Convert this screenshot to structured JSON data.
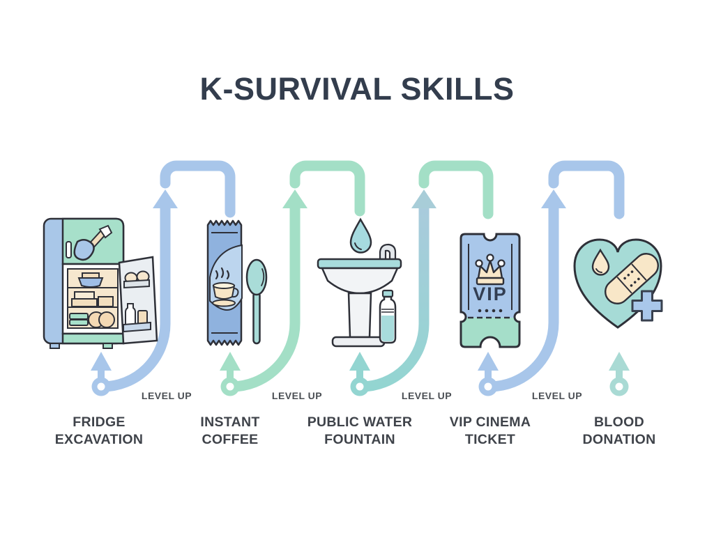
{
  "title": "K-SURVIVAL SKILLS",
  "level_up_label": "LEVEL UP",
  "steps": [
    {
      "name": "fridge-excavation",
      "icon": "fridge-icon",
      "caption_line1": "FRIDGE",
      "caption_line2": "EXCAVATION"
    },
    {
      "name": "instant-coffee",
      "icon": "coffee-stick-and-spoon-icon",
      "caption_line1": "INSTANT",
      "caption_line2": "COFFEE"
    },
    {
      "name": "public-water-fountain",
      "icon": "water-fountain-icon",
      "caption_line1": "PUBLIC WATER",
      "caption_line2": "FOUNTAIN"
    },
    {
      "name": "vip-cinema-ticket",
      "icon": "vip-ticket-icon",
      "badge": "VIP",
      "caption_line1": "VIP CINEMA",
      "caption_line2": "TICKET"
    },
    {
      "name": "blood-donation",
      "icon": "heart-bandage-icon",
      "caption_line1": "BLOOD",
      "caption_line2": "DONATION"
    }
  ],
  "connector_colors": {
    "connector1": "#A8C6EA",
    "connector2": "#A3DFC6",
    "connector3_bottom": "#93D5D1",
    "connector3_top": "#A9CBDC",
    "connector3_arch": "#A3DFC6",
    "connector4": "#A8C6EA",
    "final_marker": "#A9DAD4"
  },
  "palette": {
    "outline": "#2E3038",
    "blue": "#A8C6EA",
    "mint": "#A5DEC9",
    "teal": "#A6DBD6",
    "cream": "#F8E7C8",
    "title_text": "#333D4D",
    "label_text": "#3F434A"
  }
}
